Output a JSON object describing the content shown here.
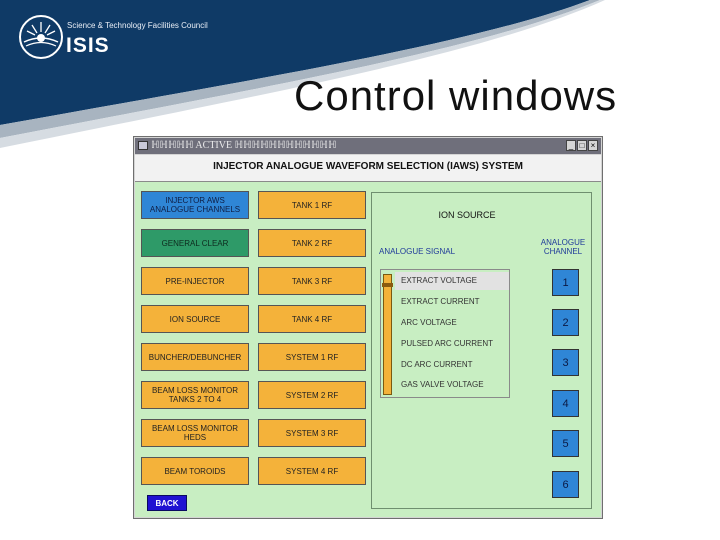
{
  "slide": {
    "org_name": "Science & Technology Facilities Council",
    "logo_text": "ISIS",
    "title": "Control windows"
  },
  "colors": {
    "banner_navy": "#0f3a66",
    "window_bg": "#c8eec2",
    "button_orange": "#f4b23a",
    "button_blue": "#2f86d6",
    "button_green": "#2e9a68",
    "back_button": "#1f12d2"
  },
  "window": {
    "titlebar_text": "ℍℍℍℍℍ  ACTIVE  ℍℍℍℍℍℍℍℍℍℍℍℍ",
    "controls": [
      "_",
      "□",
      "×"
    ],
    "app_title": "INJECTOR ANALOGUE WAVEFORM SELECTION (IAWS) SYSTEM"
  },
  "left_buttons": [
    {
      "label": "INJECTOR AWS\nANALOGUE CHANNELS",
      "style": "blue"
    },
    {
      "label": "GENERAL CLEAR",
      "style": "green"
    },
    {
      "label": "PRE-INJECTOR",
      "style": "orange"
    },
    {
      "label": "ION SOURCE",
      "style": "orange"
    },
    {
      "label": "BUNCHER/DEBUNCHER",
      "style": "orange"
    },
    {
      "label": "BEAM LOSS MONITOR\nTANKS 2 TO 4",
      "style": "orange"
    },
    {
      "label": "BEAM LOSS MONITOR\nHEDS",
      "style": "orange"
    },
    {
      "label": "BEAM TOROIDS",
      "style": "orange"
    }
  ],
  "right_buttons": [
    {
      "label": "TANK 1 RF"
    },
    {
      "label": "TANK 2 RF"
    },
    {
      "label": "TANK 3 RF"
    },
    {
      "label": "TANK 4 RF"
    },
    {
      "label": "SYSTEM 1 RF"
    },
    {
      "label": "SYSTEM 2 RF"
    },
    {
      "label": "SYSTEM 3 RF"
    },
    {
      "label": "SYSTEM 4 RF"
    }
  ],
  "back_label": "BACK",
  "panel": {
    "title": "ION SOURCE",
    "signal_label": "ANALOGUE SIGNAL",
    "channel_label": "ANALOGUE\nCHANNEL",
    "signals": [
      "EXTRACT VOLTAGE",
      "EXTRACT CURRENT",
      "ARC VOLTAGE",
      "PULSED ARC CURRENT",
      "DC ARC CURRENT",
      "GAS VALVE VOLTAGE"
    ],
    "selected_signal": "EXTRACT VOLTAGE",
    "channels": [
      "1",
      "2",
      "3",
      "4",
      "5",
      "6"
    ]
  }
}
